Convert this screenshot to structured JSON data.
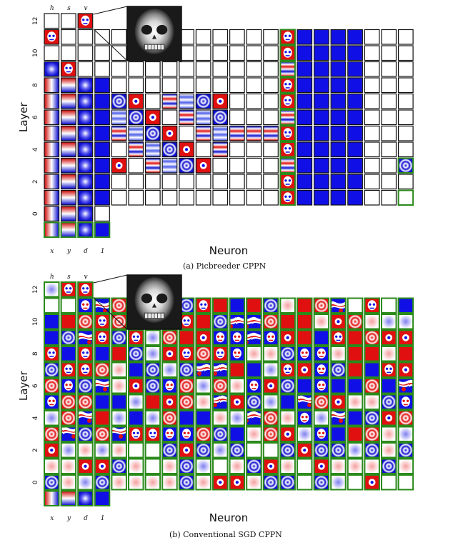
{
  "panels": [
    {
      "key": "a",
      "caption": "(a) Picbreeder CPPN",
      "y_axis_label": "Layer",
      "x_axis_label": "Neuron",
      "layer_ticks": [
        "0",
        "2",
        "4",
        "6",
        "8",
        "10",
        "12"
      ],
      "output_labels": [
        "h",
        "s",
        "v"
      ],
      "input_labels": [
        "x",
        "y",
        "d",
        "1"
      ],
      "inset_image": "skull-face"
    },
    {
      "key": "b",
      "caption": "(b) Conventional SGD CPPN",
      "y_axis_label": "Layer",
      "x_axis_label": "Neuron",
      "layer_ticks": [
        "0",
        "2",
        "4",
        "6",
        "8",
        "10",
        "12"
      ],
      "output_labels": [
        "h",
        "s",
        "v"
      ],
      "input_labels": [
        "x",
        "y",
        "d",
        "1"
      ],
      "inset_image": "skull-face"
    }
  ],
  "colors": {
    "positive": "#e01010",
    "negative": "#1010e6",
    "neutral": "#ffffff",
    "active_border": "#2a8a1a",
    "inactive_border": "#111111"
  }
}
